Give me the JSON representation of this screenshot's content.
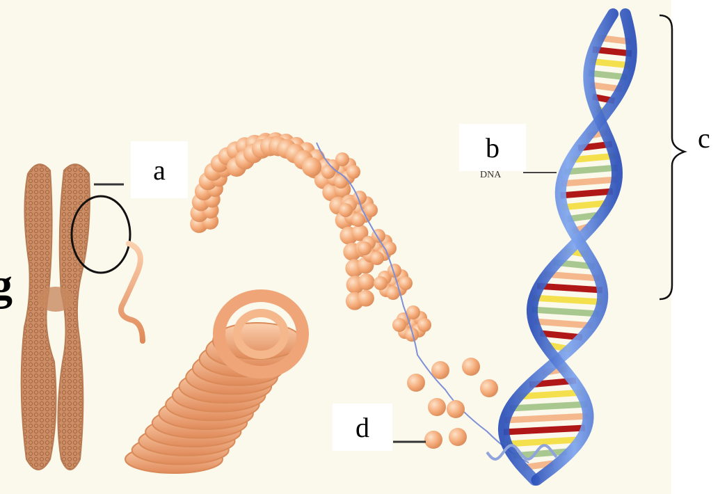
{
  "labels": {
    "a": "a",
    "b": "b",
    "c": "c",
    "d": "d",
    "dna_caption": "DNA",
    "edge_fragment": "g"
  },
  "colors": {
    "background": "#fbf8ec",
    "chromosome": "#c8865e",
    "coil": "#f0a878",
    "bead": "#f6b07e",
    "helix_backbone": "#4a72d6",
    "base_red": "#b01818",
    "base_yellow": "#f3e04c",
    "base_green": "#a8c890",
    "base_peach": "#f4b88c"
  }
}
